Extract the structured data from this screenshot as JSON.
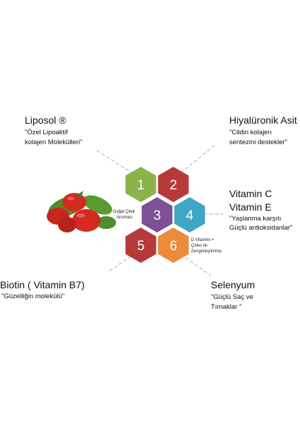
{
  "hexagons": [
    {
      "number": "1",
      "color": "#8cb34a"
    },
    {
      "number": "2",
      "color": "#b73a3b"
    },
    {
      "number": "3",
      "color": "#7d4f97"
    },
    {
      "number": "4",
      "color": "#3fa6c4"
    },
    {
      "number": "5",
      "color": "#b73a3b"
    },
    {
      "number": "6",
      "color": "#ed8a3c"
    }
  ],
  "labels": {
    "liposol": {
      "title": "Liposol ®",
      "lines": [
        "\"Özel Lipoaktif",
        "kolajen Molekülleri\""
      ]
    },
    "hyaluronic": {
      "title": "Hiyalüronik Asit",
      "lines": [
        "\"Cildin kolajen",
        "sentezini destekler\""
      ]
    },
    "vitamins": {
      "title_1": "Vitamin C",
      "title_2": "Vitamin E",
      "lines": [
        "\"Yaşlanma karşıtı",
        "Güçlü antioksidanlar\""
      ]
    },
    "aroma": {
      "lines": [
        "Doğal Çilek",
        "Aroması"
      ]
    },
    "dvitamin": {
      "lines": [
        "D Vitamini +",
        "Çinko ile",
        "Zenginleştirilmiş"
      ]
    },
    "biotin": {
      "title": "Biotin ( Vitamin B7)",
      "lines": [
        "\"Güzelliğin molekülü\""
      ]
    },
    "selenium": {
      "title": "Selenyum",
      "lines": [
        "\"Güçlü Saç ve",
        "Tırnaklar \""
      ]
    }
  },
  "colors": {
    "connector": "#b9c4d6",
    "strawberry": "#d42a22",
    "leaf": "#4f8d2c"
  }
}
